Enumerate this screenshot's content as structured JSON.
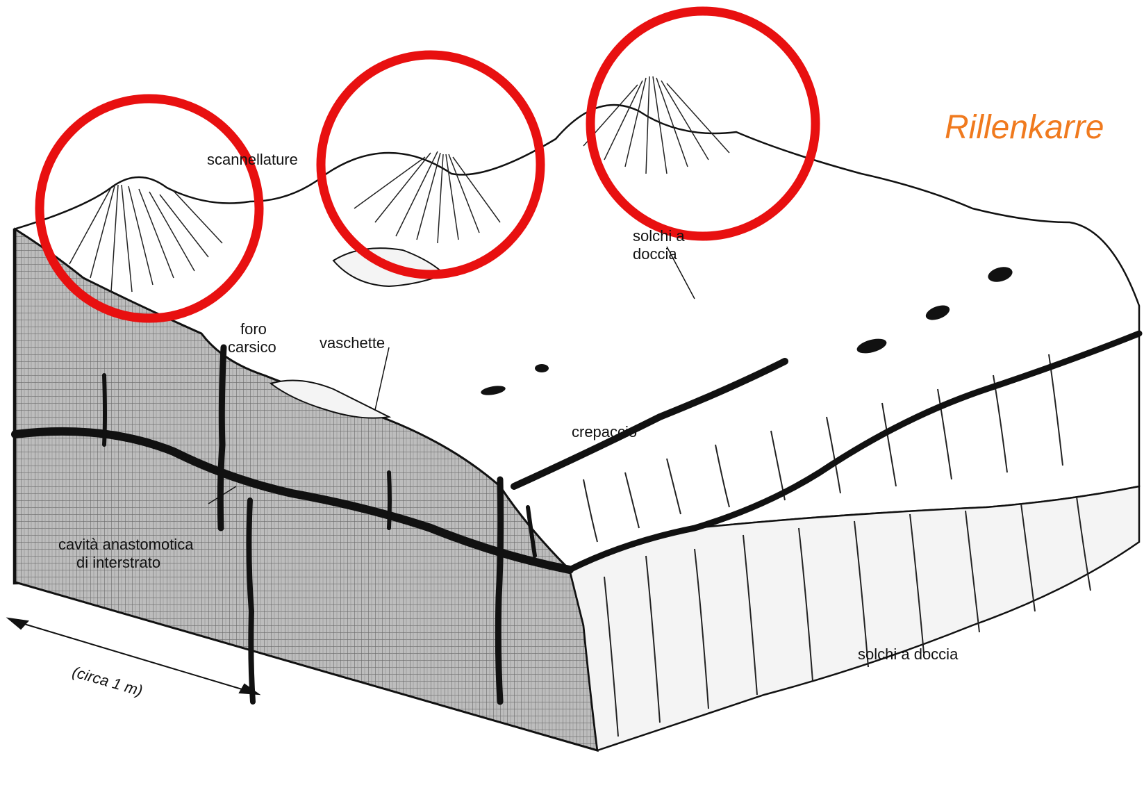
{
  "title": "Rillenkarre",
  "labels": {
    "scannellature": "scannellature",
    "solchi_a_doccia_top_1": "solchi a",
    "solchi_a_doccia_top_2": "doccia",
    "foro_carsico_1": "foro",
    "foro_carsico_2": "carsico",
    "vaschette": "vaschette",
    "crepaccio": "crepaccio",
    "cavita_1": "cavità anastomotica",
    "cavita_2": "di interstrato",
    "solchi_a_doccia_bottom": "solchi a doccia",
    "scale": "(circa 1 m)"
  },
  "colors": {
    "highlight_circle": "#e81010",
    "title": "#f07a1e",
    "rock_section": "#8a8a8a",
    "fracture": "#111111"
  }
}
